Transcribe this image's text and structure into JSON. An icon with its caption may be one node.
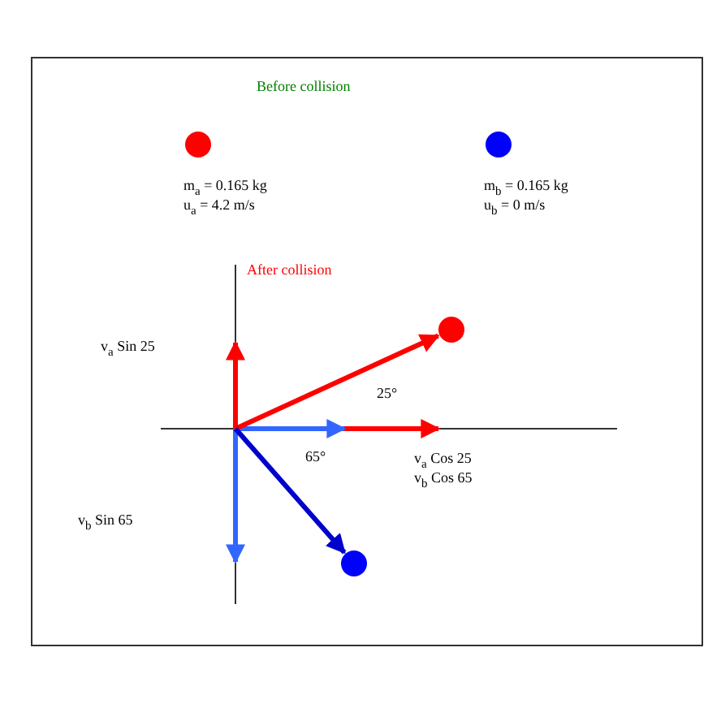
{
  "diagram": {
    "nodes": [
      {
        "text": [],
        "shape": "circle",
        "beside": [
          "m$_{a}$ = 0.165 kg",
          "u$_{a}$ = 4.2 m/s"
        ]
      },
      {
        "text": [],
        "shape": "circle",
        "beside": [
          "m$_{b}$ = 0.165 kg",
          "u$_{b}$ = 0 m/s"
        ]
      },
      {
        "text": [],
        "shape": "circle"
      },
      {
        "text": [],
        "shape": "circle"
      }
    ],
    "edges": [
      {
        "from": null,
        "to": 2,
        "arrow": "to",
        "color": "#ff0000"
      },
      {
        "from": null,
        "to": 3,
        "arrow": "to",
        "color": "#0000cc"
      }
    ],
    "labels": [
      "Before collision",
      "After collision",
      "v$_{a}$ Sin 25",
      "25°",
      "65°",
      "v$_{a}$ Cos 25",
      "v$_{b}$ Cos 65",
      "v$_{b}$ Sin 65"
    ]
  }
}
